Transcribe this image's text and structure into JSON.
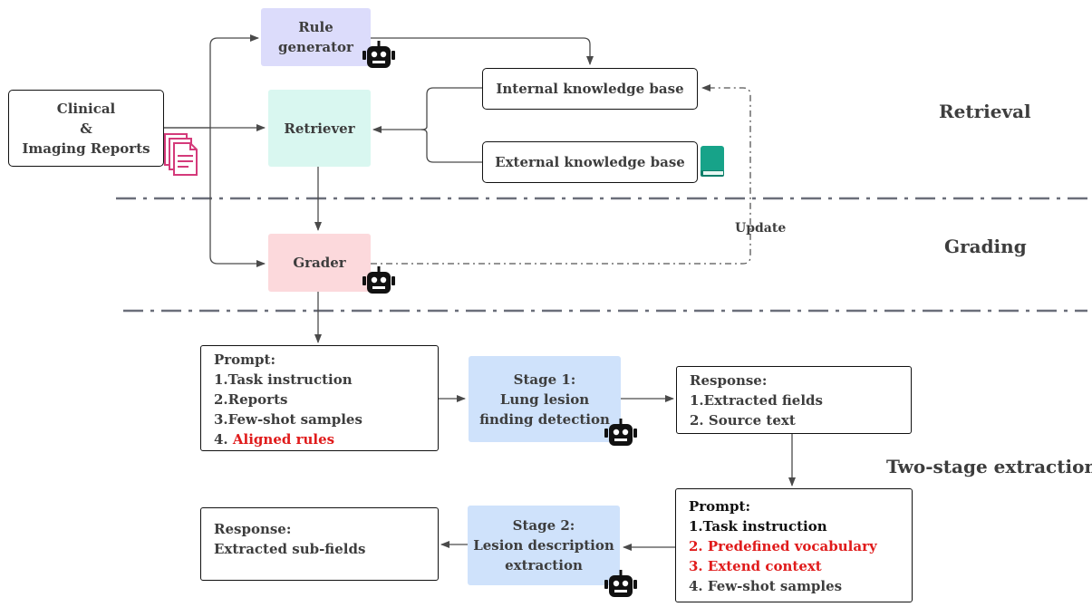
{
  "colors": {
    "rule_generator": "#dcdcfb",
    "retriever": "#d9f7f0",
    "grader": "#fcd9dc",
    "stage": "#cfe2fb",
    "highlight": "#e01b1b",
    "doc_icon": "#d43a7a",
    "book_icon": "#17a389"
  },
  "nodes": {
    "rule_generator": [
      "Rule",
      "generator"
    ],
    "retriever": "Retriever",
    "grader": "Grader",
    "reports": [
      "Clinical",
      "&",
      "Imaging Reports"
    ],
    "internal_kb": "Internal knowledge base",
    "external_kb": "External knowledge base",
    "stage1": [
      "Stage 1:",
      "Lung lesion",
      "finding detection"
    ],
    "stage2": [
      "Stage 2:",
      "Lesion description",
      "extraction"
    ]
  },
  "prompt1": {
    "title": "Prompt:",
    "items": [
      "1.Task instruction",
      "2.Reports",
      "3.Few-shot samples"
    ],
    "last_prefix": "4. ",
    "last_highlight": "Aligned rules"
  },
  "response1": {
    "title": "Response:",
    "items": [
      "1.Extracted fields",
      "2. Source text"
    ]
  },
  "prompt2": {
    "title": "Prompt:",
    "item1": "1.Task instruction",
    "item2": "2. Predefined vocabulary",
    "item3": "3. Extend context",
    "item4": "4. Few-shot samples"
  },
  "response2": {
    "title": "Response:",
    "items": [
      "Extracted sub-fields"
    ]
  },
  "edge_labels": {
    "update": "Update"
  },
  "sections": {
    "retrieval": "Retrieval",
    "grading": "Grading",
    "extraction": "Two-stage extraction"
  },
  "icons": {
    "robot": "robot-icon",
    "document": "document-stack-icon",
    "book": "book-icon"
  }
}
